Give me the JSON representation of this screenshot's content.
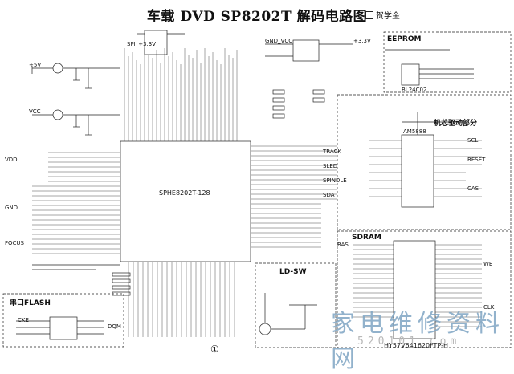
{
  "title": "车载 DVD SP8202T 解码电路图",
  "author": "贺学金",
  "sections": {
    "eeprom": "EEPROM",
    "motor_drive": "机芯驱动部分",
    "sdram": "SDRAM",
    "ld_sw": "LD-SW",
    "serial_flash": "串口FLASH"
  },
  "chips": {
    "decoder": "SPHE8202T-128",
    "driver": "AM5888",
    "sdram": "HY57V641620FTP-H",
    "eeprom": "BL24C02"
  },
  "page_number": "①",
  "watermark": {
    "text": "家电维修资料网",
    "url": "520101.com"
  },
  "net_labels": [
    "SPI_+3.3V",
    "GND_VCC",
    "+3.3V",
    "+5V",
    "VCC",
    "VDD",
    "GND",
    "FOCUS",
    "TRACK",
    "SLED",
    "SPINDLE",
    "SDA",
    "SCL",
    "RESET",
    "CAS",
    "RAS",
    "WE",
    "CLK",
    "CKE",
    "DQM"
  ]
}
